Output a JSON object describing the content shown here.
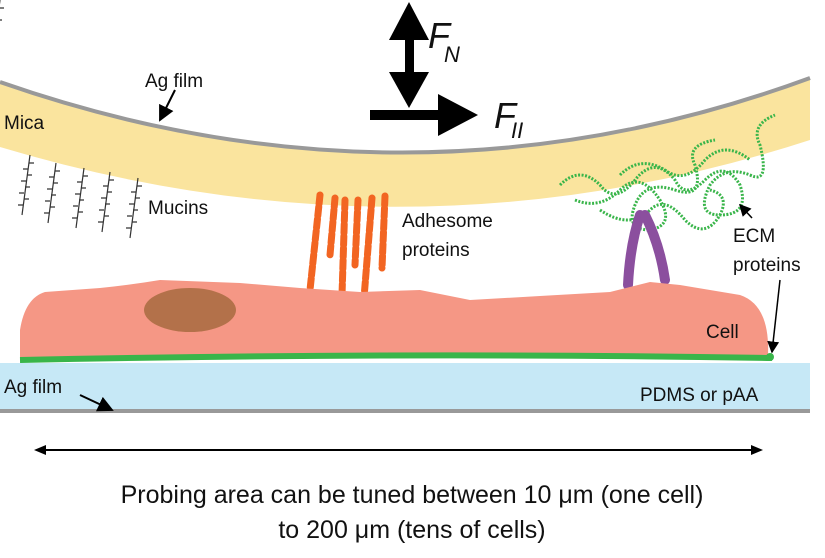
{
  "labels": {
    "ag_film_top": "Ag film",
    "mica": "Mica",
    "mucins": "Mucins",
    "adhesome_line1": "Adhesome",
    "adhesome_line2": "proteins",
    "ecm_line1": "ECM",
    "ecm_line2": "proteins",
    "cell": "Cell",
    "ag_film_bottom": "Ag film",
    "substrate": "PDMS or pAA",
    "force_normal": "F",
    "force_normal_sub": "N",
    "force_parallel": "F",
    "force_parallel_sub": "II"
  },
  "caption": {
    "line1": "Probing area can be tuned between 10 μm (one cell)",
    "line2": "to 200 μm (tens of cells)"
  },
  "colors": {
    "mica": "#fae49e",
    "ag_film": "#999999",
    "cell": "#f59785",
    "nucleus": "#b3714a",
    "adhesome": "#f26522",
    "ecm": "#39b54a",
    "integrin": "#8b4f9e",
    "substrate": "#c6e8f6"
  }
}
